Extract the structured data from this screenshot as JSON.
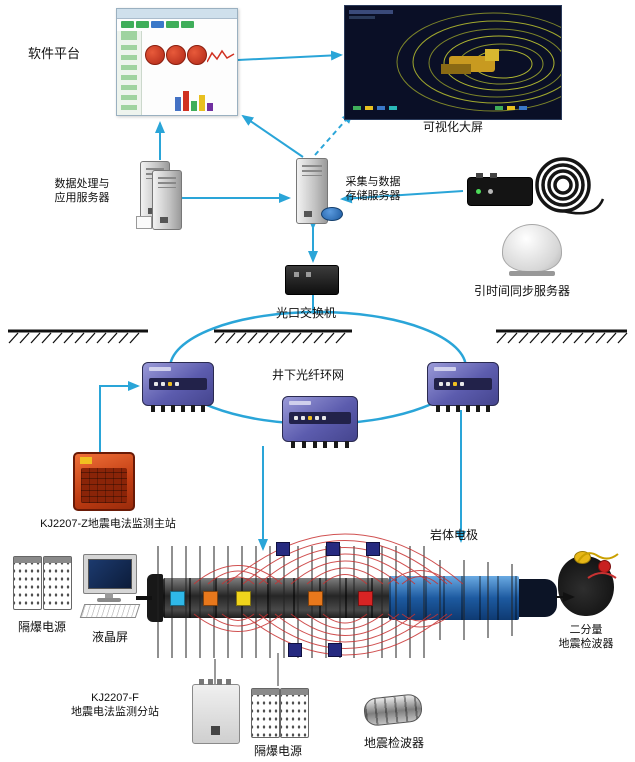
{
  "labels": {
    "software_platform": "软件平台",
    "visualization_screen": "可视化大屏",
    "data_server_line1": "数据处理与",
    "data_server_line2": "应用服务器",
    "storage_server_line1": "采集与数据",
    "storage_server_line2": "存储服务器",
    "time_sync_server": "引时间同步服务器",
    "optical_switch": "光口交换机",
    "fiber_ring": "井下光纤环网",
    "main_station": "KJ2207-Z地震电法监测主站",
    "rock_electrode": "岩体电极",
    "flameproof_power_left": "隔爆电源",
    "lcd_screen": "液晶屏",
    "substation_line1": "KJ2207-F",
    "substation_line2": "地震电法监测分站",
    "flameproof_power_bottom": "隔爆电源",
    "geophone": "地震检波器",
    "two_component_line1": "二分量",
    "two_component_line2": "地震检波器"
  },
  "colors": {
    "arrow": "#2aa5d8",
    "ring": "#2aa5d8",
    "field_line": "#c83232",
    "ground": "#111111",
    "substation_body": "#6a6ab8",
    "main_station_body": "#cc4416",
    "cylinder_blue": "#1d5aa0"
  }
}
